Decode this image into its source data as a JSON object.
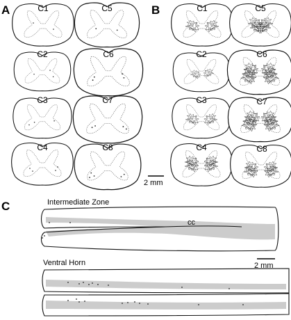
{
  "panels": {
    "A": {
      "letter": "A",
      "segments": [
        "C1",
        "C2",
        "C3",
        "C4",
        "C5",
        "C6",
        "C7",
        "C8"
      ]
    },
    "B": {
      "letter": "B",
      "segments": [
        "C1",
        "C2",
        "C3",
        "C4",
        "C5",
        "C6",
        "C7",
        "C8"
      ]
    },
    "C": {
      "letter": "C"
    }
  },
  "scale_bar_ab": "2 mm",
  "scale_bar_c": "2 mm",
  "intermediate_zone_label": "Intermediate Zone",
  "central_canal_label": "cc",
  "ventral_horn_label": "Ventral Horn"
}
